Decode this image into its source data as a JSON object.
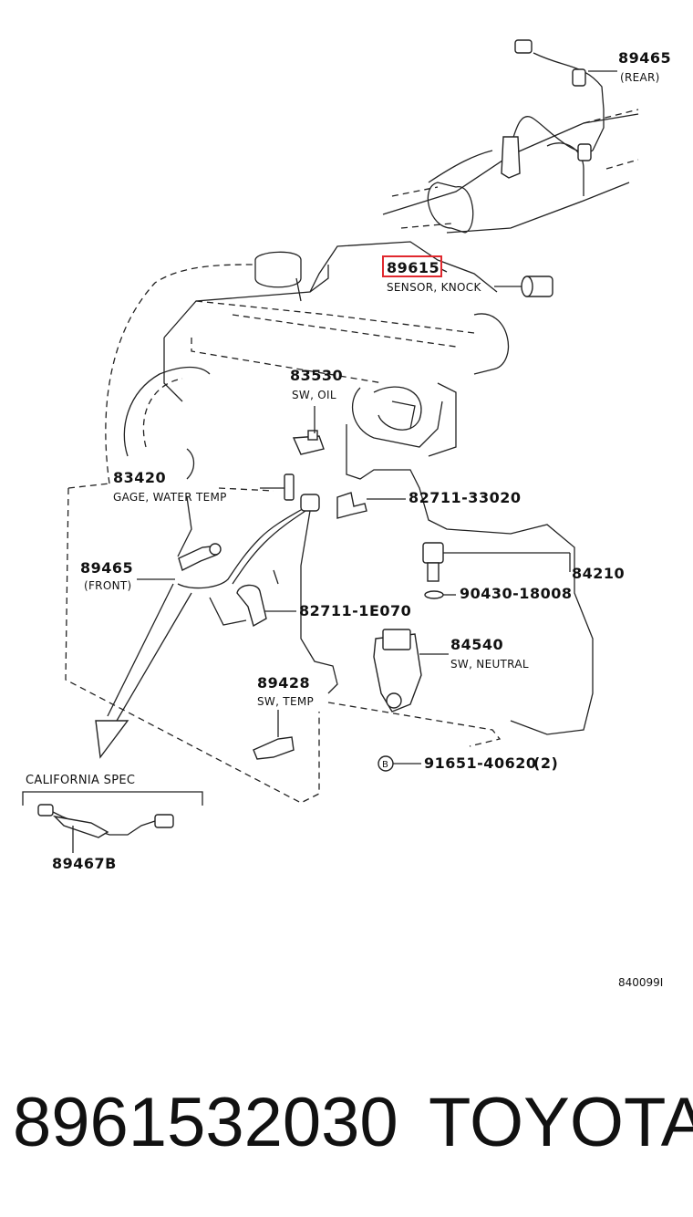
{
  "callouts": {
    "o2_rear": {
      "number": "89465",
      "label": "(REAR)"
    },
    "knock_sensor": {
      "number": "89615",
      "label": "SENSOR, KNOCK",
      "highlight_color": "#e0282e"
    },
    "oil_switch": {
      "number": "83530",
      "label": "SW, OIL"
    },
    "water_temp_gage": {
      "number": "83420",
      "label": "GAGE, WATER TEMP"
    },
    "clamp_upper": {
      "number": "82711-33020"
    },
    "o2_front": {
      "number": "89465",
      "label": "(FRONT)"
    },
    "sensor_84210": {
      "number": "84210"
    },
    "gasket": {
      "number": "90430-18008"
    },
    "clamp_lower": {
      "number": "82711-1E070"
    },
    "neutral_switch": {
      "number": "84540",
      "label": "SW, NEUTRAL"
    },
    "temp_switch": {
      "number": "89428",
      "label": "SW, TEMP"
    },
    "bolt": {
      "marker": "B",
      "number": "91651-40620",
      "qty": "(2)"
    },
    "california": {
      "label": "CALIFORNIA SPEC",
      "number": "89467B"
    }
  },
  "diagram_code": "840099I",
  "footer": {
    "part_number": "8961532030",
    "brand": "TOYOTA"
  }
}
